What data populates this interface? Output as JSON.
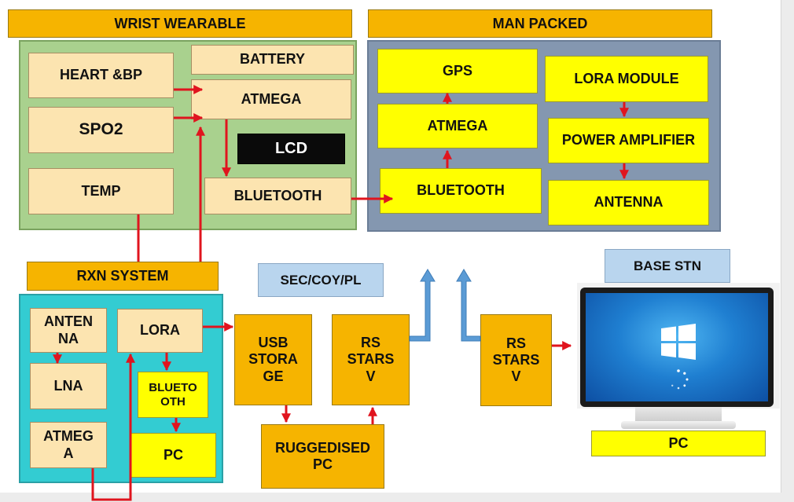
{
  "colors": {
    "heading_orange": "#f6b400",
    "block_peach": "#fce4b0",
    "block_yellow": "#ffff00",
    "panel_green": "#a9d18e",
    "panel_slate": "#8497b0",
    "panel_teal": "#33ccd2",
    "label_blue": "#b9d5ee",
    "arrow_red": "#e0141e",
    "arrow_blue": "#5b9bd5"
  },
  "headers": {
    "wrist_wearable": "WRIST WEARABLE",
    "man_packed": "MAN PACKED",
    "rxn_system": "RXN SYSTEM",
    "sec_coy_pl": "SEC/COY/PL",
    "base_stn": "BASE STN"
  },
  "wrist": {
    "heart_bp": "HEART &BP",
    "battery": "BATTERY",
    "atmega": "ATMEGA",
    "spo2": "SPO2",
    "lcd": "LCD",
    "temp": "TEMP",
    "bluetooth": "BLUETOOTH"
  },
  "man": {
    "gps": "GPS",
    "lora_module": "LORA MODULE",
    "atmega": "ATMEGA",
    "power_amplifier": "POWER AMPLIFIER",
    "bluetooth": "BLUETOOTH",
    "antenna": "ANTENNA"
  },
  "rxn": {
    "antenna": "ANTEN\nNA",
    "lora": "LORA",
    "lna": "LNA",
    "bluetooth": "BLUETO\nOTH",
    "atmega": "ATMEG\nA",
    "pc": "PC"
  },
  "sec": {
    "usb_storage": "USB\nSTORA\nGE",
    "rs_stars_1": "RS\nSTARS\nV",
    "ruggedised_pc": "RUGGEDISED\nPC",
    "rs_stars_2": "RS\nSTARS\nV"
  },
  "base": {
    "pc": "PC",
    "monitor_icon": "windows-logo-icon"
  }
}
